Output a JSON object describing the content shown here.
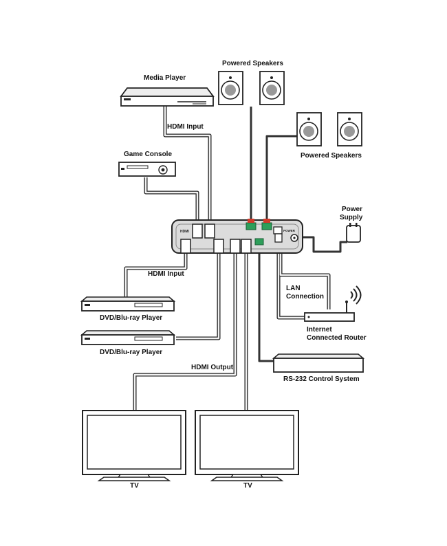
{
  "labels": {
    "media_player": "Media Player",
    "hdmi_input_top": "HDMI Input",
    "game_console": "Game Console",
    "powered_speakers_top": "Powered Speakers",
    "powered_speakers_right": "Powered Speakers",
    "power_supply_line1": "Power",
    "power_supply_line2": "Supply",
    "hdmi_input_left": "HDMI Input",
    "dvd_player_1": "DVD/Blu-ray Player",
    "dvd_player_2": "DVD/Blu-ray Player",
    "lan_connection_line1": "LAN",
    "lan_connection_line2": "Connection",
    "router_line1": "Internet",
    "router_line2": "Connected Router",
    "rs232": "RS-232 Control System",
    "hdmi_output": "HDMI Output",
    "tv_left": "TV",
    "tv_right": "TV"
  },
  "device_panel": {
    "hdmi_text": "HDMI",
    "power_text": "POWER"
  },
  "colors": {
    "line": "#222222",
    "cable_fill": "#f2f2f2",
    "terminal_green": "#2e9e5a",
    "terminal_red": "#d23a2a",
    "device_fill": "#dcdcdc"
  }
}
